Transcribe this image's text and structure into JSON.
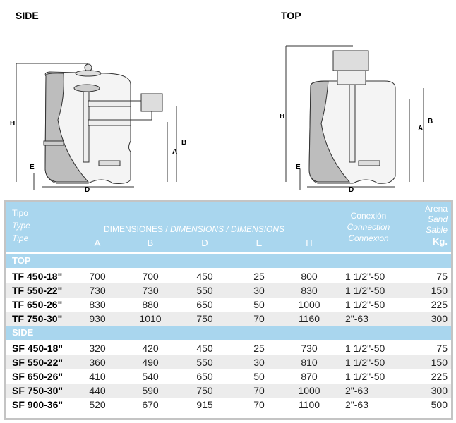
{
  "views": {
    "side": "SIDE",
    "top": "TOP"
  },
  "dim_letters": {
    "h": "H",
    "a": "A",
    "b": "B",
    "d": "D",
    "e": "E"
  },
  "header": {
    "tipo": [
      "Tipo",
      "Type",
      "Tipe"
    ],
    "dimensions_plain": "DIMENSIONES / ",
    "dimensions_italic": "DIMENSIONS / DIMENSIONS",
    "cols": [
      "A",
      "B",
      "D",
      "E",
      "H"
    ],
    "conexion": [
      "Conexión",
      "Connection",
      "Connexion"
    ],
    "arena": [
      "Arena",
      "Sand",
      "Sable",
      "Kg."
    ]
  },
  "sections": [
    {
      "title": "TOP",
      "rows": [
        [
          "TF 450-18\"",
          "700",
          "700",
          "450",
          "25",
          "800",
          "1 1/2\"-50",
          "75"
        ],
        [
          "TF 550-22\"",
          "730",
          "730",
          "550",
          "30",
          "830",
          "1 1/2\"-50",
          "150"
        ],
        [
          "TF 650-26\"",
          "830",
          "880",
          "650",
          "50",
          "1000",
          "1 1/2\"-50",
          "225"
        ],
        [
          "TF 750-30\"",
          "930",
          "1010",
          "750",
          "70",
          "1160",
          "2\"-63",
          "300"
        ]
      ]
    },
    {
      "title": "SIDE",
      "rows": [
        [
          "SF 450-18\"",
          "320",
          "420",
          "450",
          "25",
          "730",
          "1 1/2\"-50",
          "75"
        ],
        [
          "SF 550-22\"",
          "360",
          "490",
          "550",
          "30",
          "810",
          "1 1/2\"-50",
          "150"
        ],
        [
          "SF 650-26\"",
          "410",
          "540",
          "650",
          "50",
          "870",
          "1 1/2\"-50",
          "225"
        ],
        [
          "SF 750-30\"",
          "440",
          "590",
          "750",
          "70",
          "1000",
          "2\"-63",
          "300"
        ],
        [
          "SF 900-36\"",
          "520",
          "670",
          "915",
          "70",
          "1100",
          "2\"-63",
          "500"
        ]
      ]
    }
  ],
  "colors": {
    "header_bg": "#a9d6ee",
    "alt_row": "#ececec",
    "border": "#c4c4c4"
  }
}
